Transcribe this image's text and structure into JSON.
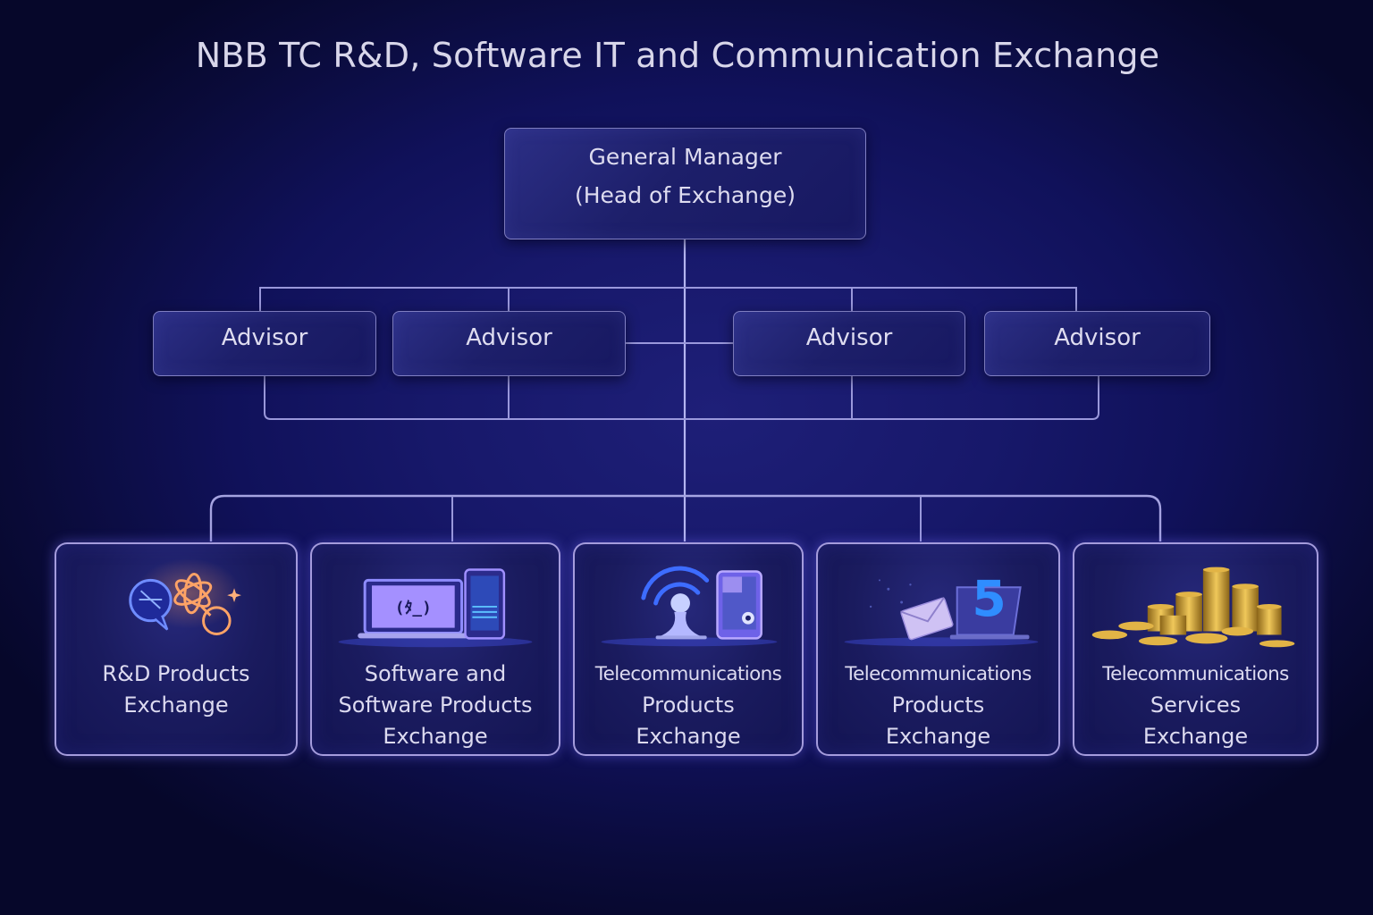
{
  "title": "NBB TC R&D, Software IT and Communication Exchange",
  "top_node": {
    "line1": "General Manager",
    "line2": "(Head of Exchange)"
  },
  "advisors": [
    {
      "label": "Advisor"
    },
    {
      "label": "Advisor"
    },
    {
      "label": "Advisor"
    },
    {
      "label": "Advisor"
    }
  ],
  "exchanges": [
    {
      "lines": [
        "R&D Products",
        "Exchange"
      ],
      "icon": "research-atom-chat-icon"
    },
    {
      "lines": [
        "Software and",
        "Software Products",
        "Exchange"
      ],
      "icon": "laptop-phone-icon"
    },
    {
      "lines": [
        "Telecommunications",
        "Products",
        "Exchange"
      ],
      "icon": "antenna-tablet-icon"
    },
    {
      "lines": [
        "Telecommunications",
        "Products",
        "Exchange"
      ],
      "icon": "mail-5g-laptop-icon"
    },
    {
      "lines": [
        "Telecommunications",
        "Services",
        "Exchange"
      ],
      "icon": "gold-coins-icon"
    }
  ],
  "colors": {
    "background": "#14156a",
    "connector": "#a9a8ea",
    "card_border": "#bcb4f5",
    "text": "#dcdaf0"
  }
}
